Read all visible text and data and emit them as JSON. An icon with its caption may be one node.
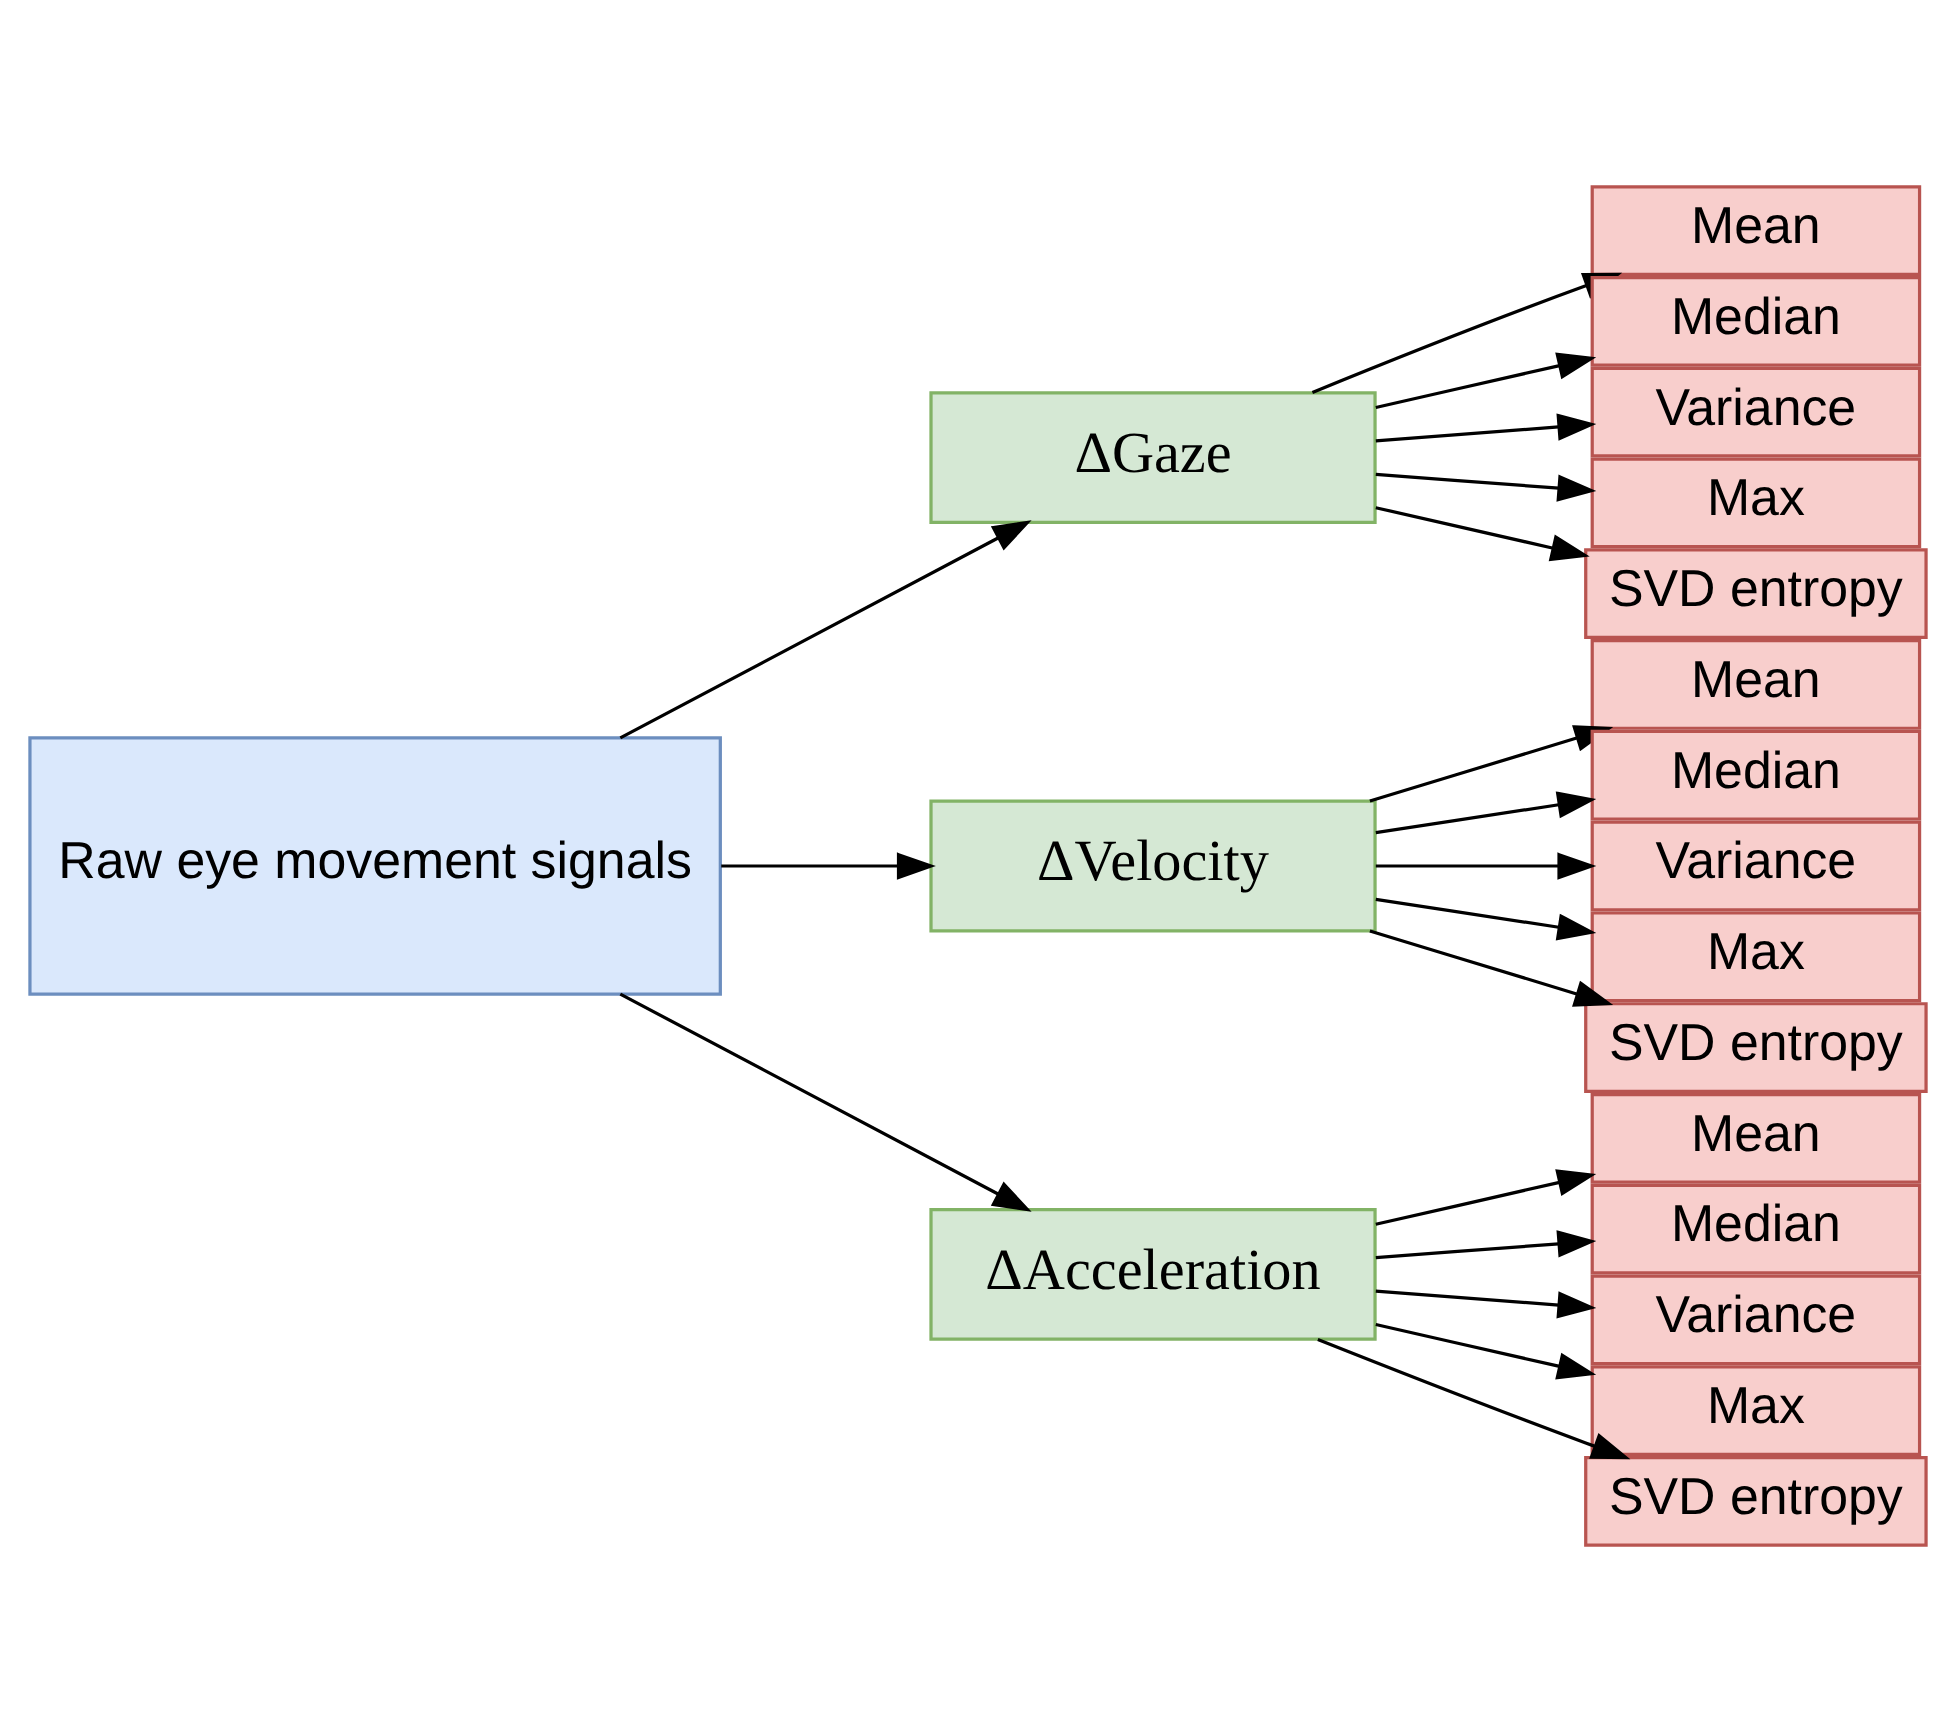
{
  "diagram": {
    "nodes": [
      {
        "text": [
          "Raw eye movement signals"
        ]
      },
      {
        "text": [
          "ΔGaze"
        ]
      },
      {
        "text": [
          "Mean"
        ]
      },
      {
        "text": [
          "Median"
        ]
      },
      {
        "text": [
          "Variance"
        ]
      },
      {
        "text": [
          "Max"
        ]
      },
      {
        "text": [
          "SVD entropy"
        ]
      },
      {
        "text": [
          "ΔVelocity"
        ]
      },
      {
        "text": [
          "Mean"
        ]
      },
      {
        "text": [
          "Median"
        ]
      },
      {
        "text": [
          "Variance"
        ]
      },
      {
        "text": [
          "Max"
        ]
      },
      {
        "text": [
          "SVD entropy"
        ]
      },
      {
        "text": [
          "ΔAcceleration"
        ]
      },
      {
        "text": [
          "Mean"
        ]
      },
      {
        "text": [
          "Median"
        ]
      },
      {
        "text": [
          "Variance"
        ]
      },
      {
        "text": [
          "Max"
        ]
      },
      {
        "text": [
          "SVD entropy"
        ]
      }
    ],
    "edges": [
      {
        "from": 0,
        "to": 1,
        "arrow": "to"
      },
      {
        "from": 0,
        "to": 7,
        "arrow": "to"
      },
      {
        "from": 0,
        "to": 13,
        "arrow": "to"
      },
      {
        "from": 1,
        "to": 2,
        "arrow": "to"
      },
      {
        "from": 1,
        "to": 3,
        "arrow": "to"
      },
      {
        "from": 1,
        "to": 4,
        "arrow": "to"
      },
      {
        "from": 1,
        "to": 5,
        "arrow": "to"
      },
      {
        "from": 1,
        "to": 6,
        "arrow": "to"
      },
      {
        "from": 7,
        "to": 8,
        "arrow": "to"
      },
      {
        "from": 7,
        "to": 9,
        "arrow": "to"
      },
      {
        "from": 7,
        "to": 10,
        "arrow": "to"
      },
      {
        "from": 7,
        "to": 11,
        "arrow": "to"
      },
      {
        "from": 7,
        "to": 12,
        "arrow": "to"
      },
      {
        "from": 13,
        "to": 14,
        "arrow": "to"
      },
      {
        "from": 13,
        "to": 15,
        "arrow": "to"
      },
      {
        "from": 13,
        "to": 16,
        "arrow": "to"
      },
      {
        "from": 13,
        "to": 17,
        "arrow": "to"
      },
      {
        "from": 13,
        "to": 18,
        "arrow": "to"
      }
    ]
  }
}
